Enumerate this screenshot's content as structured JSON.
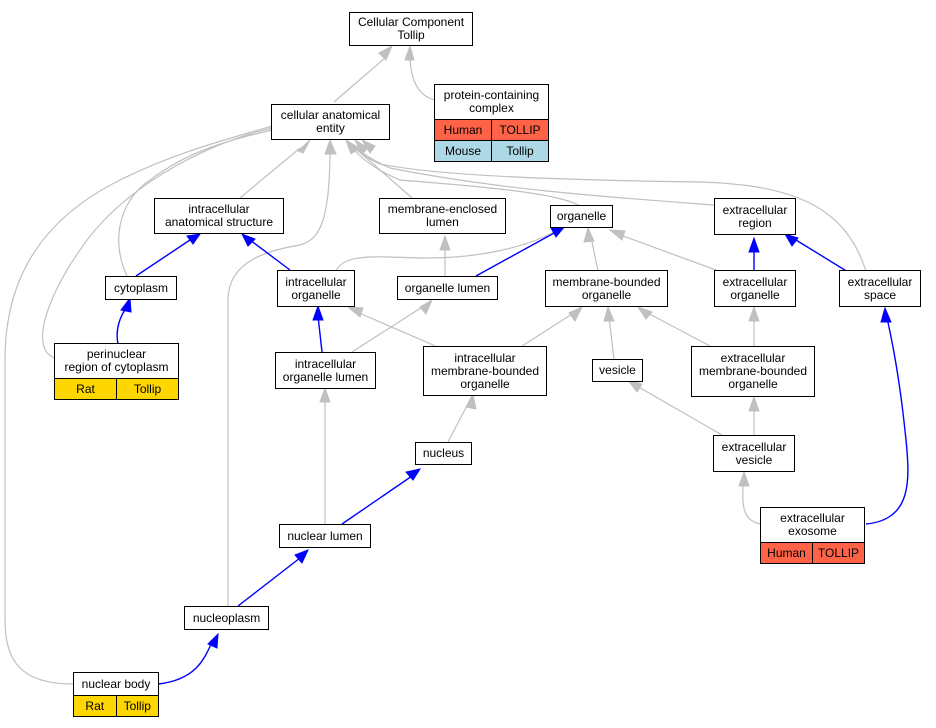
{
  "colors": {
    "species_link": "#0000ff",
    "is_a_link": "#c0c0c0",
    "human": "#ff6347",
    "mouse": "#add8e6",
    "rat": "#ffd700"
  },
  "nodes": {
    "root": {
      "lines": [
        "Cellular Component",
        "Tollip"
      ]
    },
    "cae": {
      "lines": [
        "cellular anatomical",
        "entity"
      ]
    },
    "pcc": {
      "lines": [
        "protein-containing",
        "complex"
      ],
      "rows": [
        [
          "Human",
          "TOLLIP"
        ],
        [
          "Mouse",
          "Tollip"
        ]
      ]
    },
    "ias": {
      "lines": [
        "intracellular",
        "anatomical structure"
      ]
    },
    "mel": {
      "lines": [
        "membrane-enclosed",
        "lumen"
      ]
    },
    "org": {
      "lines": [
        "organelle"
      ]
    },
    "exr": {
      "lines": [
        "extracellular",
        "region"
      ]
    },
    "cyt": {
      "lines": [
        "cytoplasm"
      ]
    },
    "io": {
      "lines": [
        "intracellular",
        "organelle"
      ]
    },
    "ol": {
      "lines": [
        "organelle lumen"
      ]
    },
    "mbo": {
      "lines": [
        "membrane-bounded",
        "organelle"
      ]
    },
    "exo": {
      "lines": [
        "extracellular",
        "organelle"
      ]
    },
    "exs": {
      "lines": [
        "extracellular",
        "space"
      ]
    },
    "prc": {
      "lines": [
        "perinuclear",
        "region of cytoplasm"
      ],
      "rows": [
        [
          "Rat",
          "Tollip"
        ]
      ]
    },
    "iol": {
      "lines": [
        "intracellular",
        "organelle lumen"
      ]
    },
    "imbo": {
      "lines": [
        "intracellular",
        "membrane-bounded",
        "organelle"
      ]
    },
    "ves": {
      "lines": [
        "vesicle"
      ]
    },
    "embo": {
      "lines": [
        "extracellular",
        "membrane-bounded",
        "organelle"
      ]
    },
    "nuc": {
      "lines": [
        "nucleus"
      ]
    },
    "exv": {
      "lines": [
        "extracellular",
        "vesicle"
      ]
    },
    "nl": {
      "lines": [
        "nuclear lumen"
      ]
    },
    "exm": {
      "lines": [
        "extracellular",
        "exosome"
      ],
      "rows": [
        [
          "Human",
          "TOLLIP"
        ]
      ]
    },
    "np": {
      "lines": [
        "nucleoplasm"
      ]
    },
    "nb": {
      "lines": [
        "nuclear body"
      ],
      "rows": [
        [
          "Rat",
          "Tollip"
        ]
      ]
    }
  }
}
